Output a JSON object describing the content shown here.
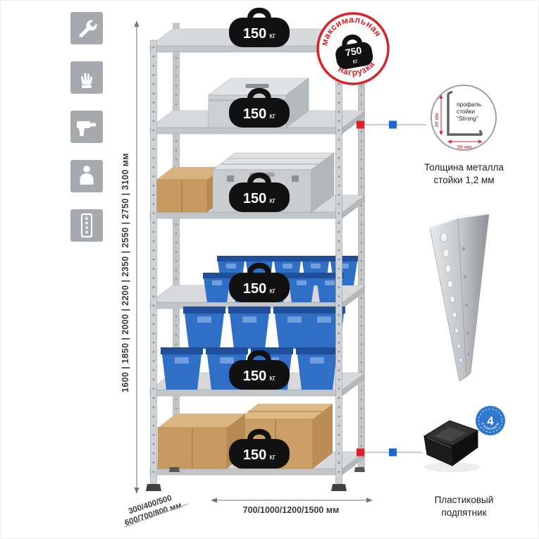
{
  "sidebar": {
    "icons": [
      {
        "name": "wrench"
      },
      {
        "name": "gloves"
      },
      {
        "name": "drill"
      },
      {
        "name": "person"
      },
      {
        "name": "rack-profile"
      }
    ]
  },
  "dimensions": {
    "height_label": "1600 | 1850 | 2000 | 2200 | 2350 | 2550 | 2750 | 3100 мм",
    "depth_line1": "300/400/500",
    "depth_line2": "600/700/800 мм",
    "width_label": "700/1000/1200/1500 мм"
  },
  "rack": {
    "shelves_count": 6,
    "shelf_loads": [
      {
        "weight": "150",
        "unit": "кг"
      },
      {
        "weight": "150",
        "unit": "кг"
      },
      {
        "weight": "150",
        "unit": "кг"
      },
      {
        "weight": "150",
        "unit": "кг"
      },
      {
        "weight": "150",
        "unit": "кг"
      },
      {
        "weight": "150",
        "unit": "кг"
      }
    ]
  },
  "stamp": {
    "arc_top": "максимальная",
    "arc_bottom": "нагрузка",
    "weight": "750",
    "unit": "кг"
  },
  "profile_detail": {
    "dim_side": "38 мм",
    "dim_bottom": "38 мм.",
    "label_line1": "профиль",
    "label_line2": "стойки",
    "label_line3": "“Strong”",
    "caption_line1": "Толщина металла",
    "caption_line2": "стойки 1,2 мм"
  },
  "foot_detail": {
    "badge_number": "4",
    "badge_text": "в комплекте",
    "caption_line1": "Пластиковый",
    "caption_line2": "подпятник"
  },
  "colors": {
    "accent_red": "#d8232a",
    "accent_blue": "#1a66c9",
    "tile_gray": "#a6aaae",
    "metal_light": "#d7d9dc",
    "metal_mid": "#c3c6c9",
    "bin_blue": "#2f6fc6",
    "box_brown": "#c79a62",
    "weight_black": "#111111"
  }
}
